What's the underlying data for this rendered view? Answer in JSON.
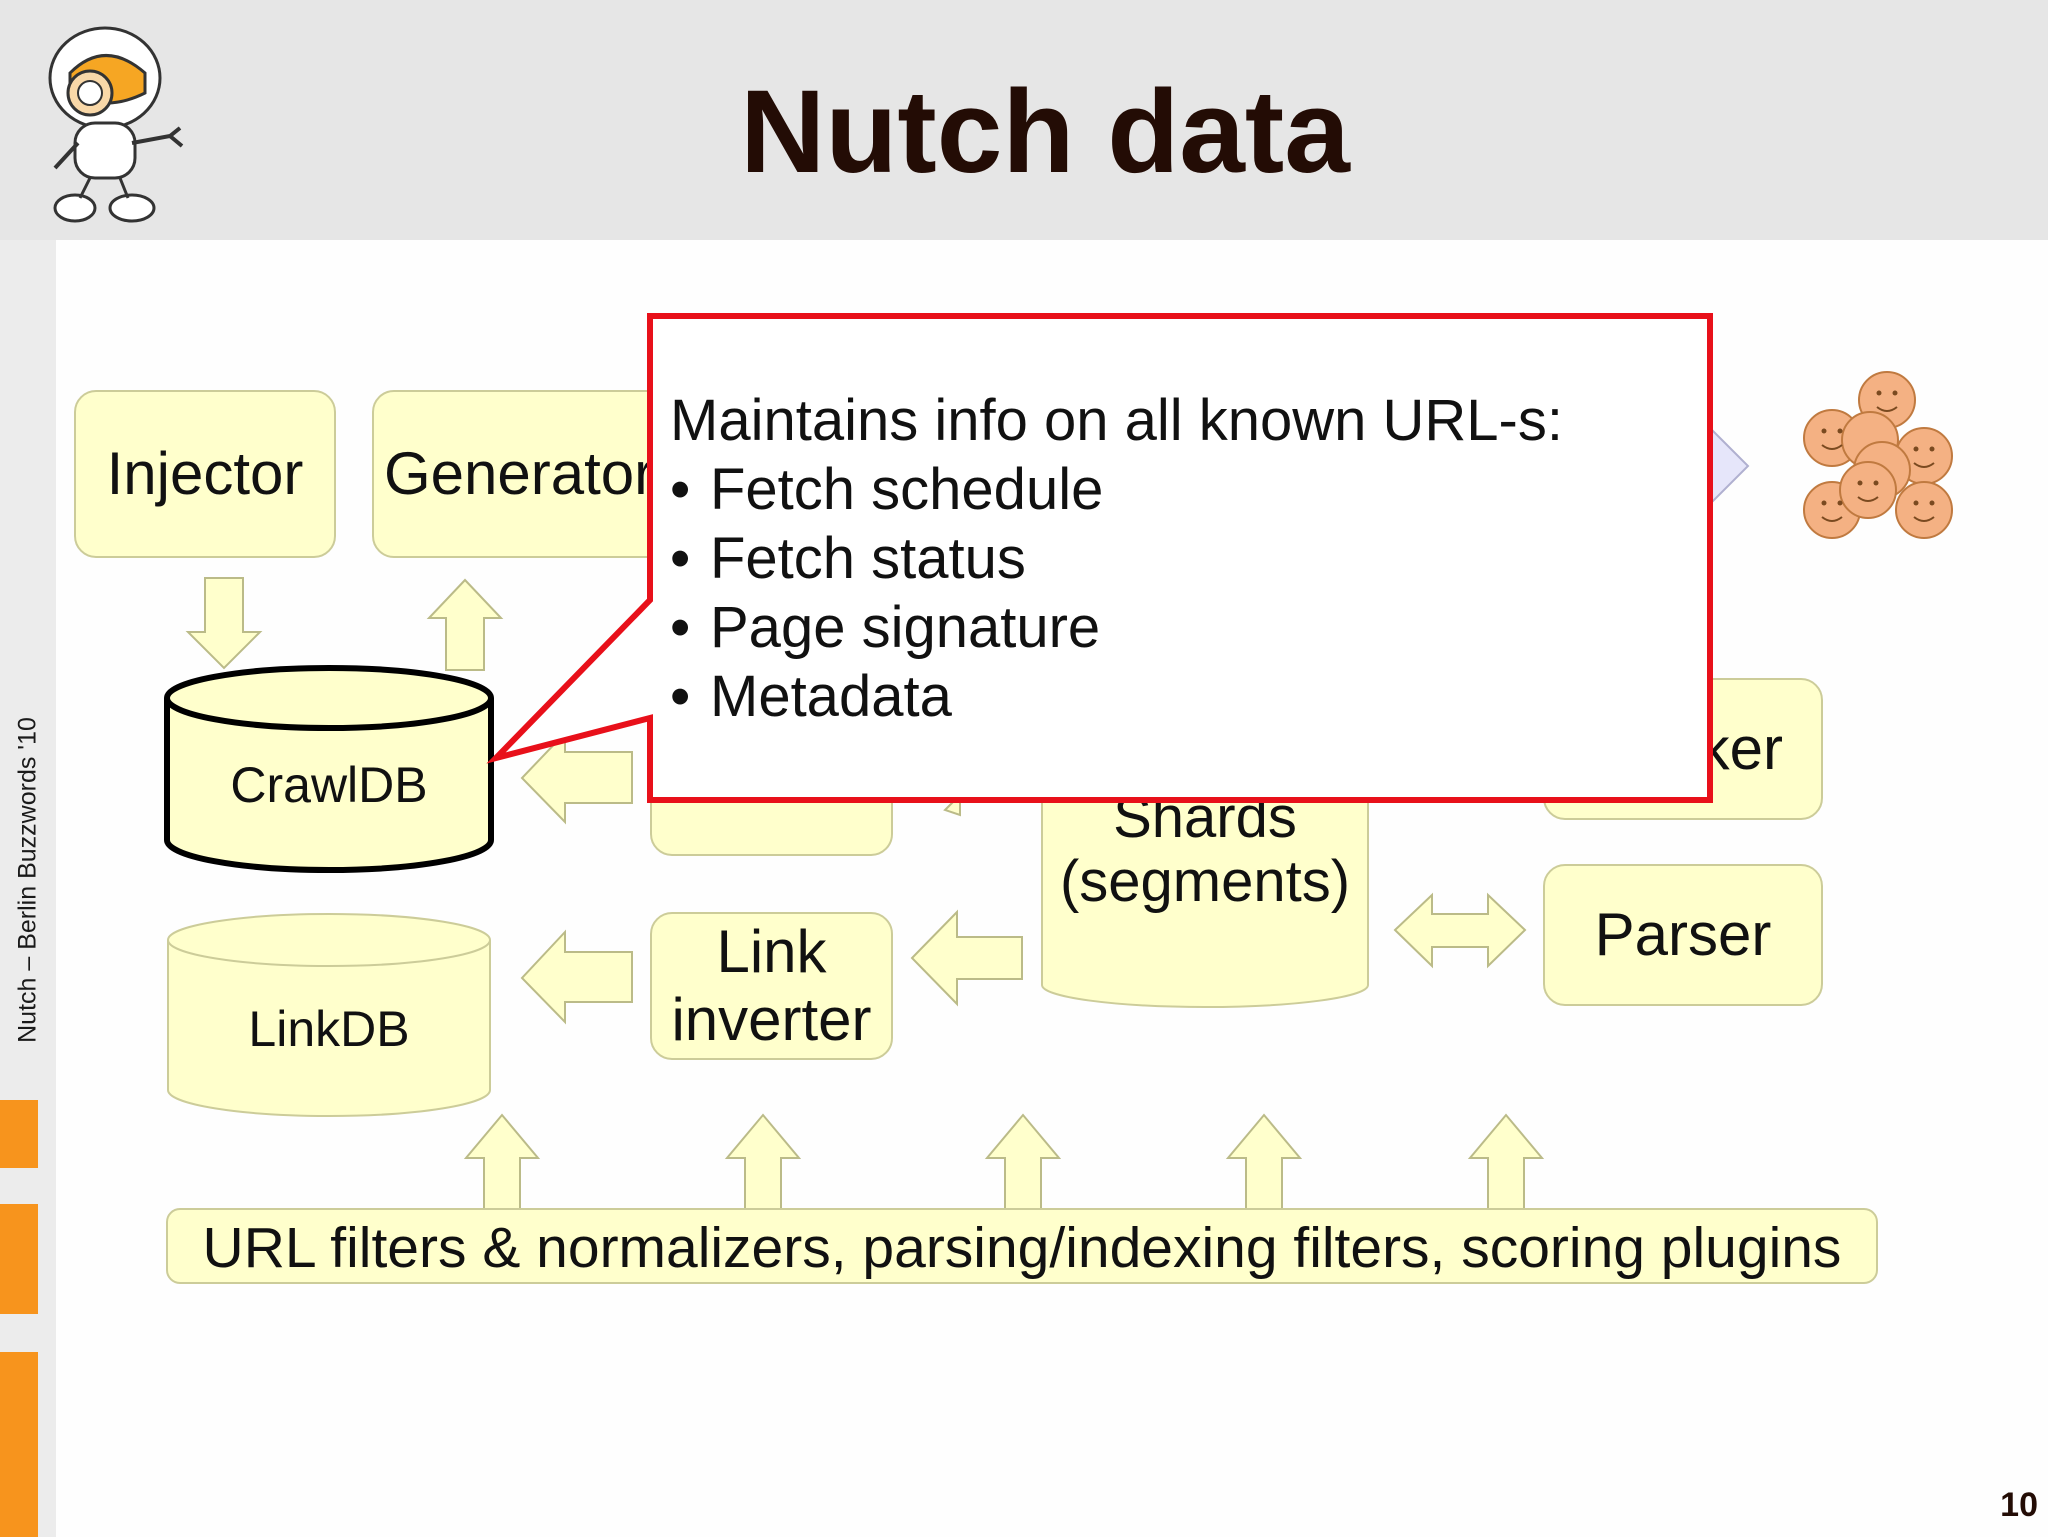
{
  "slide": {
    "title": "Nutch data",
    "sidebar_text": "Nutch – Berlin Buzzwords '10",
    "page_number": "10"
  },
  "diagram": {
    "injector": "Injector",
    "generator": "Generator",
    "crawldb": "CrawlDB",
    "linkdb": "LinkDB",
    "link_inverter": "Link inverter",
    "shards": "Shards (segments)",
    "ranker_partial": "ker",
    "parser": "Parser",
    "filters": "URL filters & normalizers, parsing/indexing filters, scoring plugins"
  },
  "callout": {
    "heading": "Maintains info on all known URL-s:",
    "bullet_char": "•",
    "items": [
      "Fetch schedule",
      "Fetch status",
      "Page signature",
      "Metadata"
    ],
    "border_color": "#e8101a"
  },
  "colors": {
    "box_fill": "#ffffcc",
    "box_border": "#cccc99",
    "title_color": "#230c05",
    "accent_orange": "#f7941d",
    "face_fill": "#f4b183"
  },
  "icons": [
    "robot-mascot-icon",
    "users-group-icon"
  ]
}
